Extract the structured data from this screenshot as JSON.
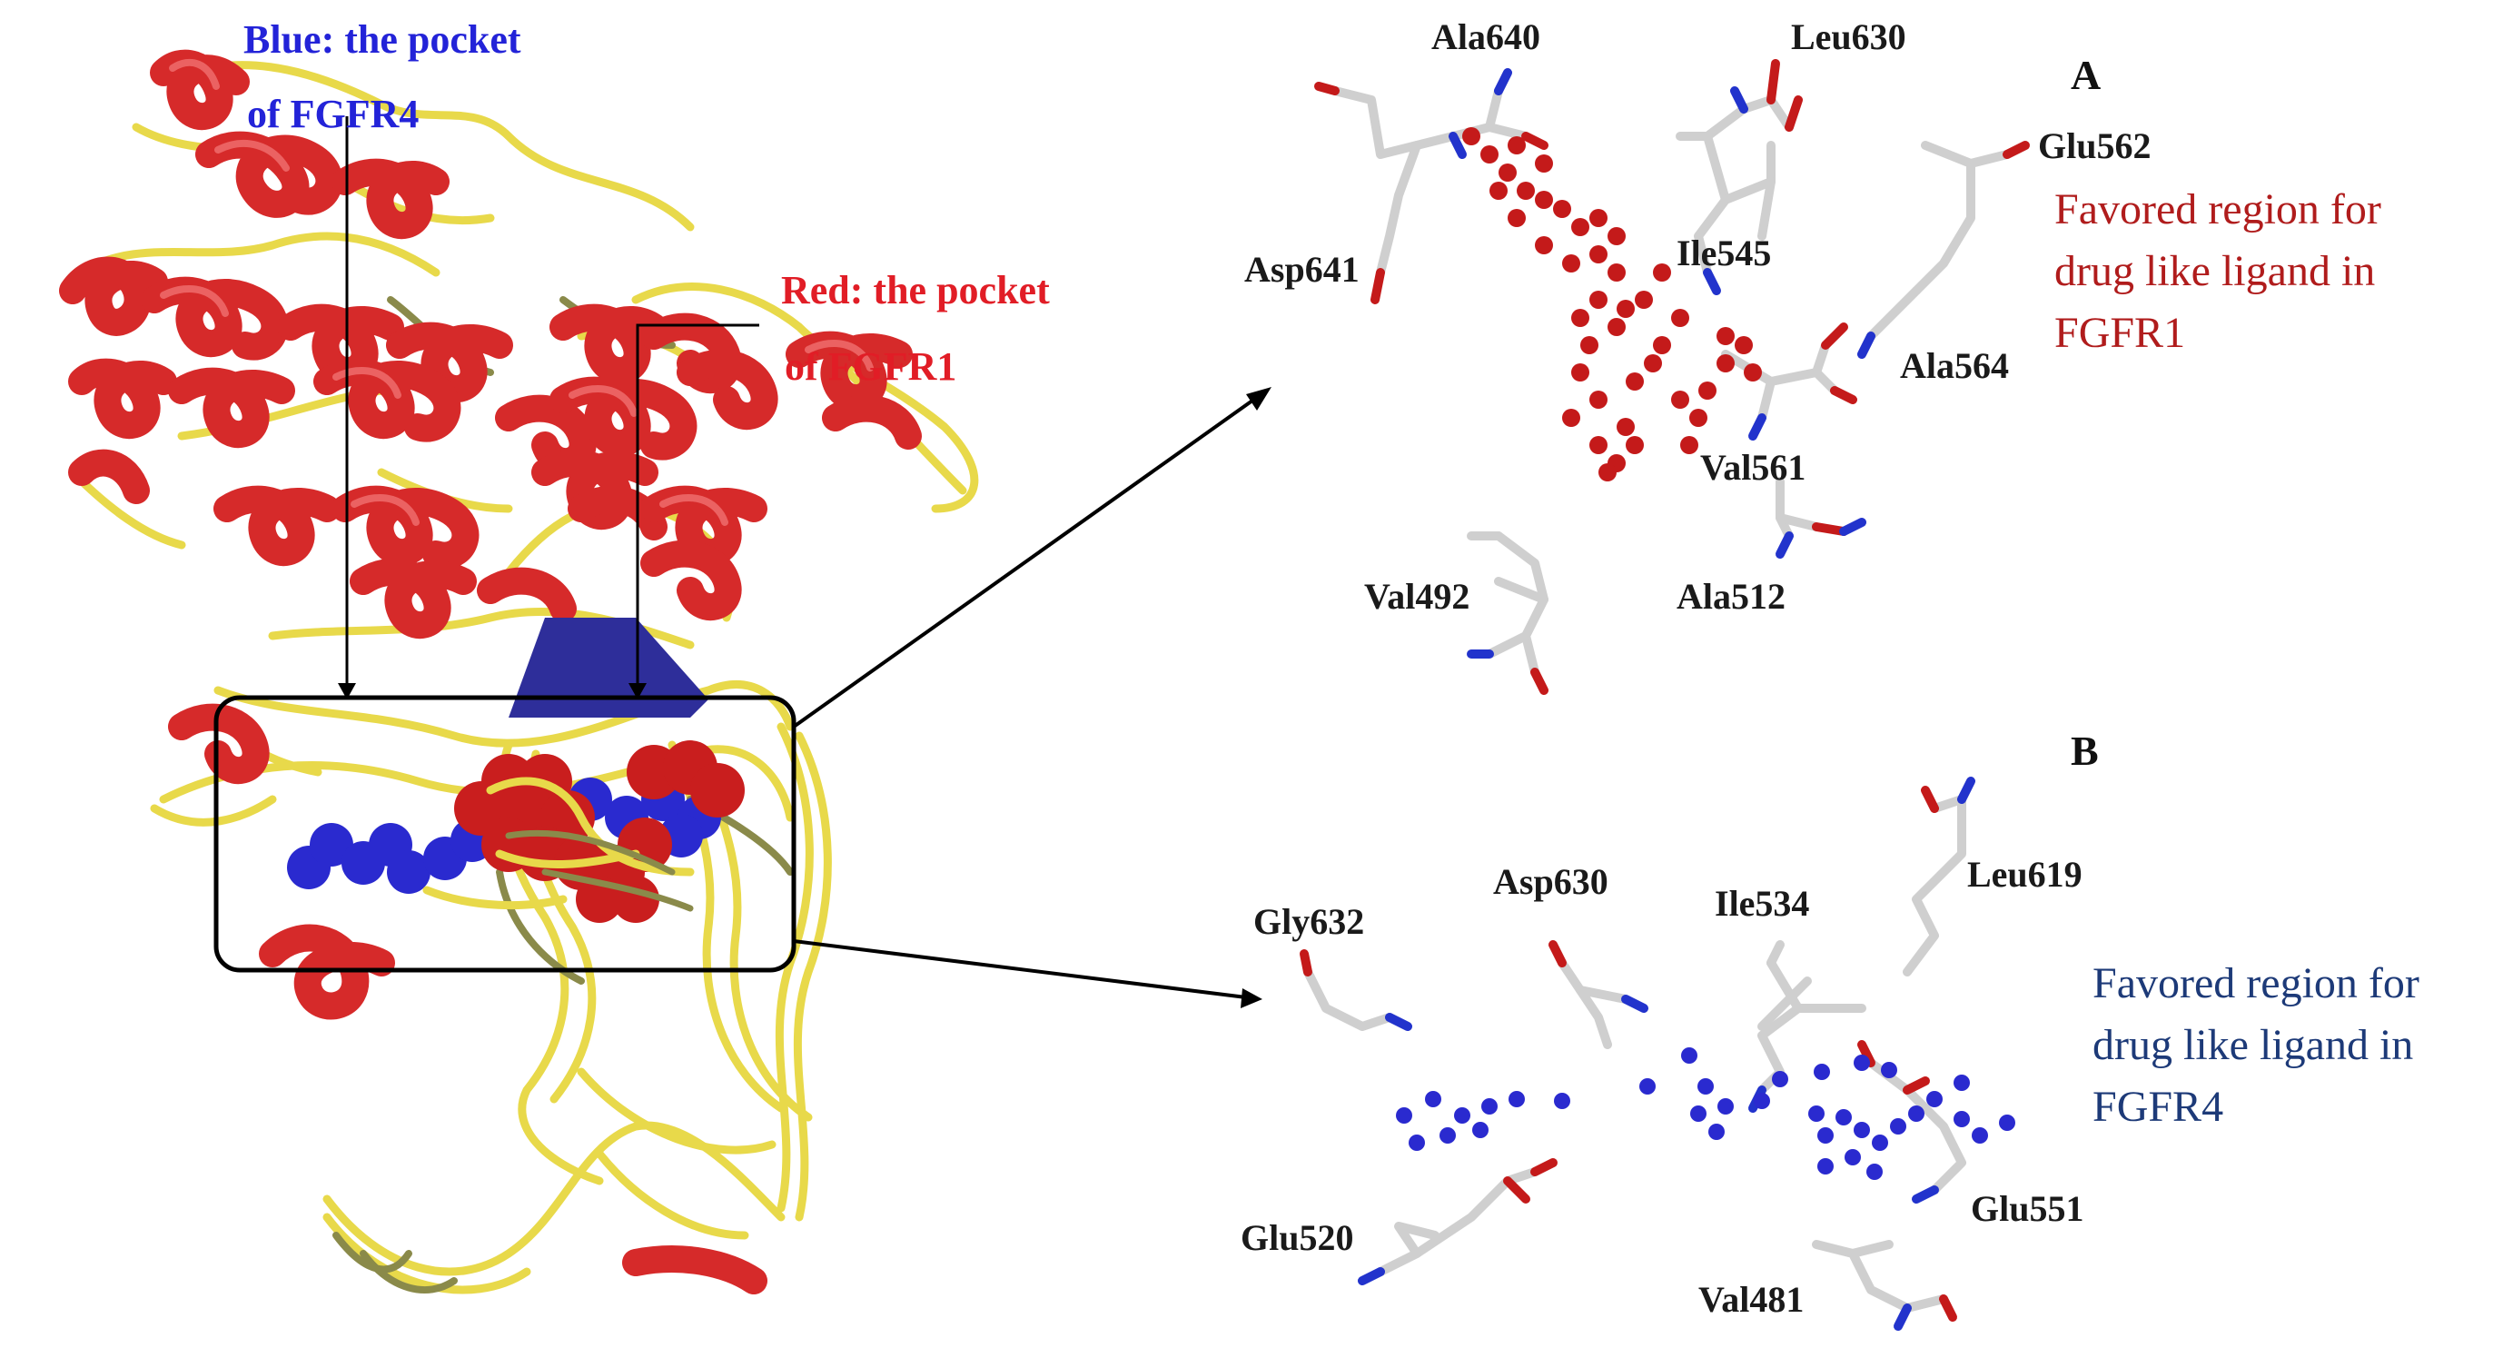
{
  "colors": {
    "fgfr1_red": "#d62a2a",
    "fgfr4_blue": "#2a2ab8",
    "loop_yellow": "#f0e04a",
    "stick_grey": "#cfcfcf",
    "oxygen_red": "#c41a1a",
    "nitrogen_blue": "#2233cc",
    "fav_red_text": "#b01c1c",
    "fav_blue_text": "#1d3a78"
  },
  "left": {
    "blue_label_line1": "Blue: the pocket",
    "blue_label_line2": "of FGFR4",
    "red_label_line1": "Red: the pocket",
    "red_label_line2": "of FGFR1"
  },
  "panel_a": {
    "letter": "A",
    "favored_line1": "Favored region for",
    "favored_line2": "drug like ligand in",
    "favored_line3": "FGFR1",
    "residues": [
      "Ala640",
      "Leu630",
      "Glu562",
      "Asp641",
      "Ile545",
      "Ala564",
      "Val561",
      "Val492",
      "Ala512"
    ]
  },
  "panel_b": {
    "letter": "B",
    "favored_line1": "Favored region for",
    "favored_line2": "drug like ligand in",
    "favored_line3": "FGFR4",
    "residues": [
      "Leu619",
      "Gly632",
      "Asp630",
      "Ile534",
      "Glu520",
      "Glu551",
      "Val481"
    ]
  }
}
